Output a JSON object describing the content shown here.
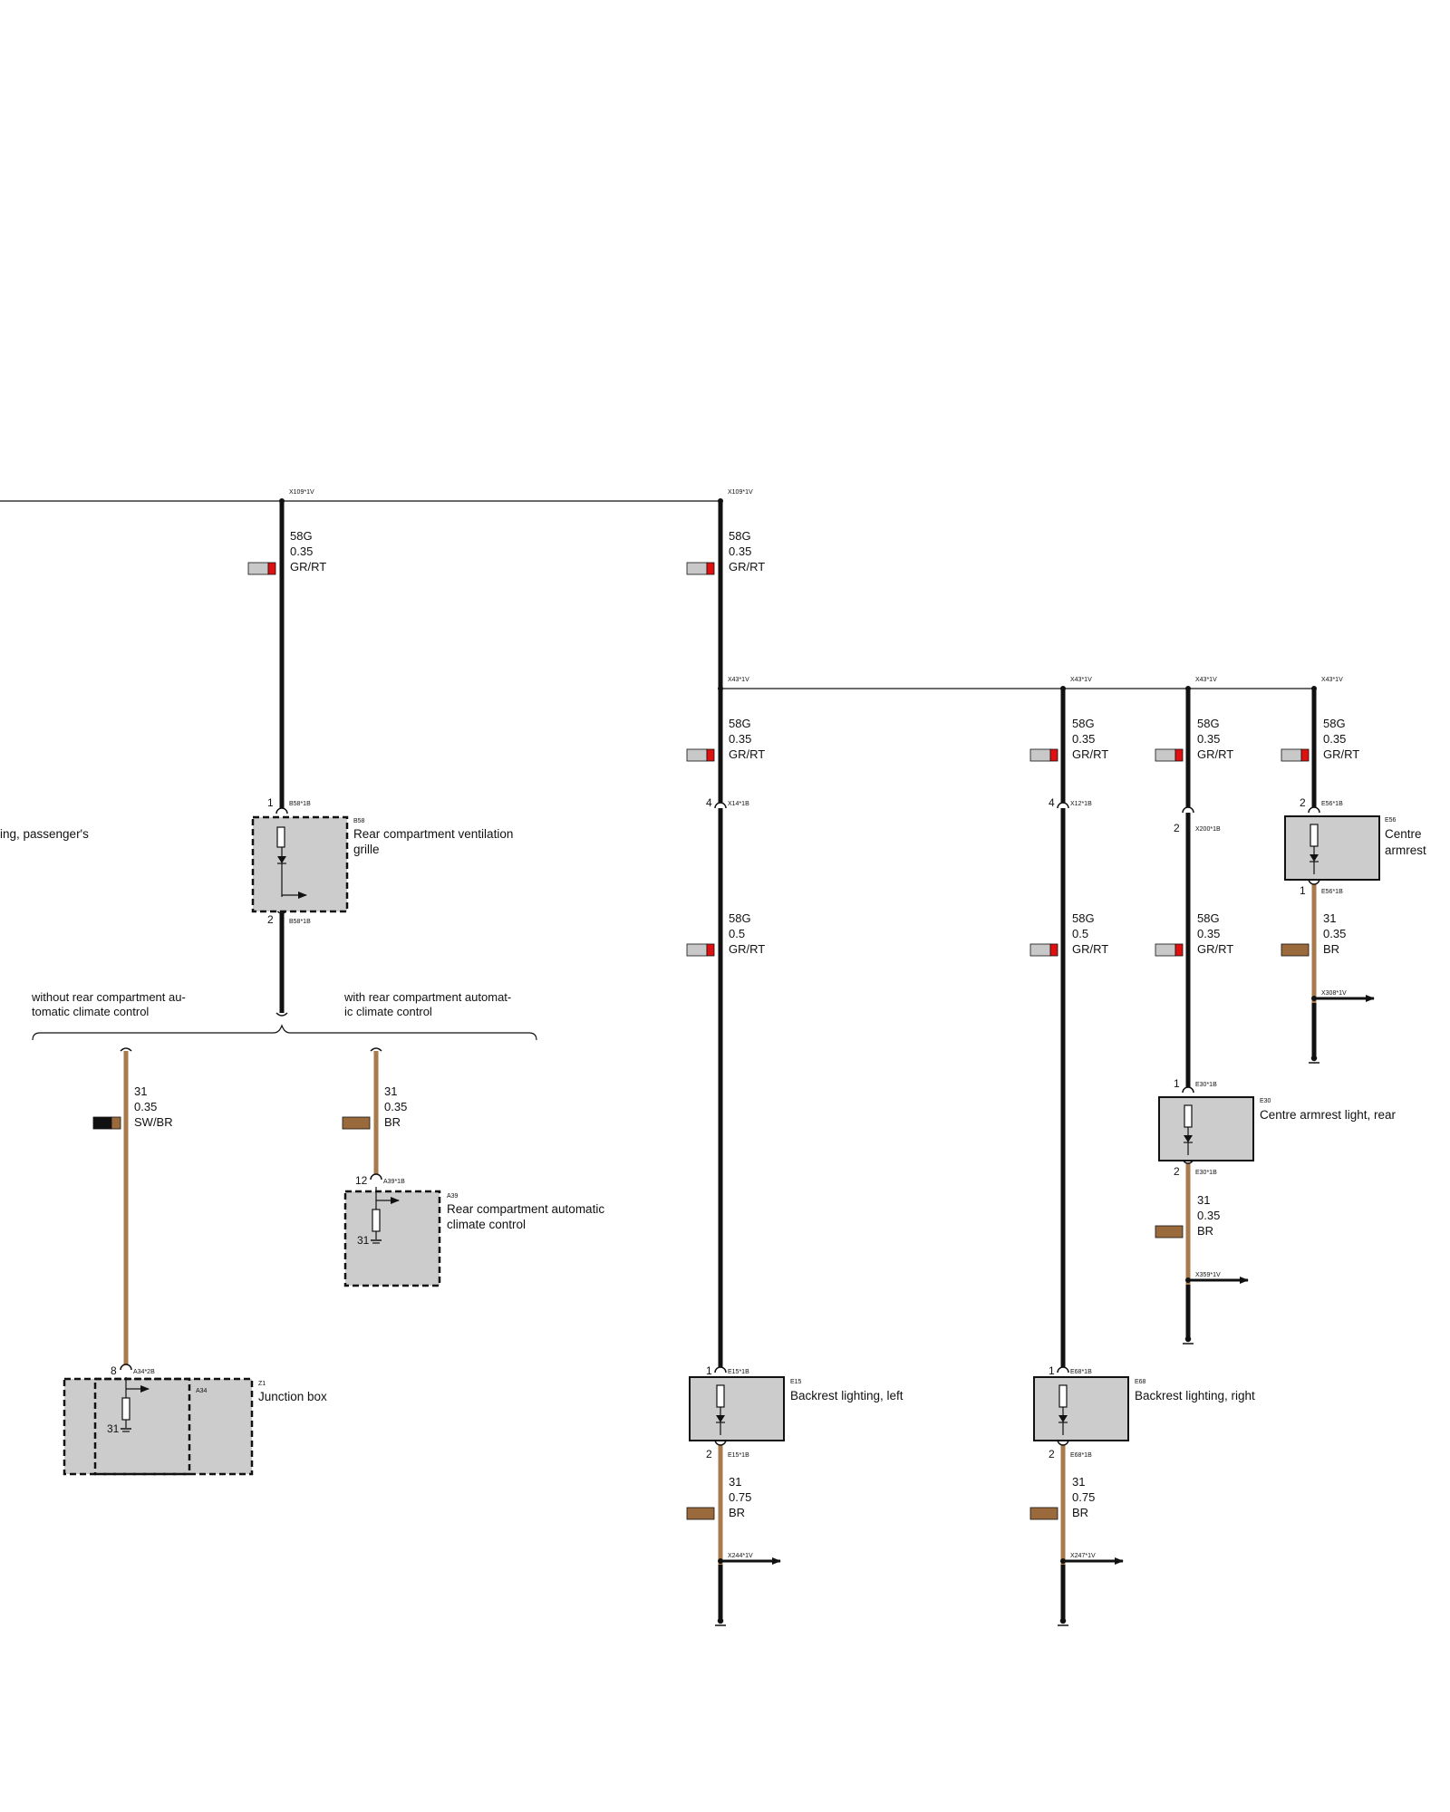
{
  "connectors": {
    "x109_a": "X109*1V",
    "x109_b": "X109*1V",
    "x43_a": "X43*1V",
    "x43_b": "X43*1V",
    "x43_c": "X43*1V",
    "x43_d": "X43*1V",
    "b58_top": "B58*1B",
    "b58_bot": "B58*1B",
    "x14": "X14*1B",
    "x12": "X12*1B",
    "x200": "X200*1B",
    "e56_top": "E56*1B",
    "e56_bot": "E56*1B",
    "x308": "X308*1V",
    "e30_top": "E30*1B",
    "e30_bot": "E30*1B",
    "x359": "X359*1V",
    "a39": "A39*1B",
    "a34": "A34*2B",
    "e15_top": "E15*1B",
    "e15_bot": "E15*1B",
    "x244": "X244*1V",
    "e68_top": "E68*1B",
    "e68_bot": "E68*1B",
    "x247": "X247*1V"
  },
  "wires": {
    "w1": {
      "circuit": "58G",
      "size": "0.35",
      "color": "GR/RT"
    },
    "w2": {
      "circuit": "58G",
      "size": "0.35",
      "color": "GR/RT"
    },
    "w3": {
      "circuit": "58G",
      "size": "0.35",
      "color": "GR/RT"
    },
    "w4": {
      "circuit": "58G",
      "size": "0.35",
      "color": "GR/RT"
    },
    "w5": {
      "circuit": "58G",
      "size": "0.35",
      "color": "GR/RT"
    },
    "w6": {
      "circuit": "58G",
      "size": "0.35",
      "color": "GR/RT"
    },
    "w7": {
      "circuit": "58G",
      "size": "0.5",
      "color": "GR/RT"
    },
    "w8": {
      "circuit": "58G",
      "size": "0.5",
      "color": "GR/RT"
    },
    "w9": {
      "circuit": "58G",
      "size": "0.35",
      "color": "GR/RT"
    },
    "w10": {
      "circuit": "31",
      "size": "0.35",
      "color": "BR"
    },
    "w11": {
      "circuit": "31",
      "size": "0.35",
      "color": "SW/BR"
    },
    "w12": {
      "circuit": "31",
      "size": "0.35",
      "color": "BR"
    },
    "w13": {
      "circuit": "31",
      "size": "0.35",
      "color": "BR"
    },
    "w14": {
      "circuit": "31",
      "size": "0.75",
      "color": "BR"
    },
    "w15": {
      "circuit": "31",
      "size": "0.75",
      "color": "BR"
    }
  },
  "components": {
    "b58": {
      "id": "B58",
      "name_1": "Rear compartment ventilation",
      "name_2": "grille"
    },
    "e56": {
      "id": "E56",
      "name_1": "Centre",
      "name_2": "armrest"
    },
    "e30": {
      "id": "E30",
      "name_1": "Centre armrest light, rear"
    },
    "a39": {
      "id": "A39",
      "name_1": "Rear compartment automatic",
      "name_2": "climate control"
    },
    "z1": {
      "id": "Z1",
      "name_1": "Junction box"
    },
    "a34": {
      "id": "A34"
    },
    "e15": {
      "id": "E15",
      "name_1": "Backrest lighting, left"
    },
    "e68": {
      "id": "E68",
      "name_1": "Backrest lighting, right"
    },
    "left_cut": {
      "name_1": "ing, passenger's"
    }
  },
  "pins": {
    "b58_1": "1",
    "b58_2": "2",
    "x14": "4",
    "x12": "4",
    "x200": "2",
    "e56_2": "2",
    "e56_1": "1",
    "e30_1": "1",
    "e30_2": "2",
    "a39_12": "12",
    "a39_31": "31",
    "a34_8": "8",
    "a34_31": "31",
    "e15_1": "1",
    "e15_2": "2",
    "e68_1": "1",
    "e68_2": "2"
  },
  "variants": {
    "without_1": "without rear compartment au-",
    "without_2": "tomatic climate control",
    "with_1": "with rear compartment automat-",
    "with_2": "ic climate control"
  },
  "colors": {
    "wire_black": "#111111",
    "wire_brown": "#a87a4c",
    "chip_grey": "#c8c8c8",
    "chip_red": "#e01010",
    "chip_brown": "#9b6a3c",
    "chip_black": "#111111",
    "component_fill": "#cccccc"
  }
}
